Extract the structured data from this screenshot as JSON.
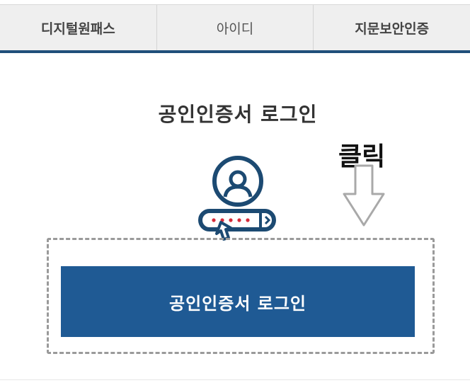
{
  "tabs": [
    {
      "label": "디지털원패스"
    },
    {
      "label": "아이디"
    },
    {
      "label": "지문보안인증"
    }
  ],
  "title": "공인인증서 로그인",
  "annotation": "클릭",
  "login_button": {
    "label": "공인인증서 로그인"
  },
  "colors": {
    "accent": "#1f5a94",
    "tab_underline": "#1f4f7a",
    "icon_navy": "#1c4a72",
    "icon_red": "#d62b3a"
  },
  "icons": [
    "user-password-icon",
    "arrow-down-icon"
  ]
}
